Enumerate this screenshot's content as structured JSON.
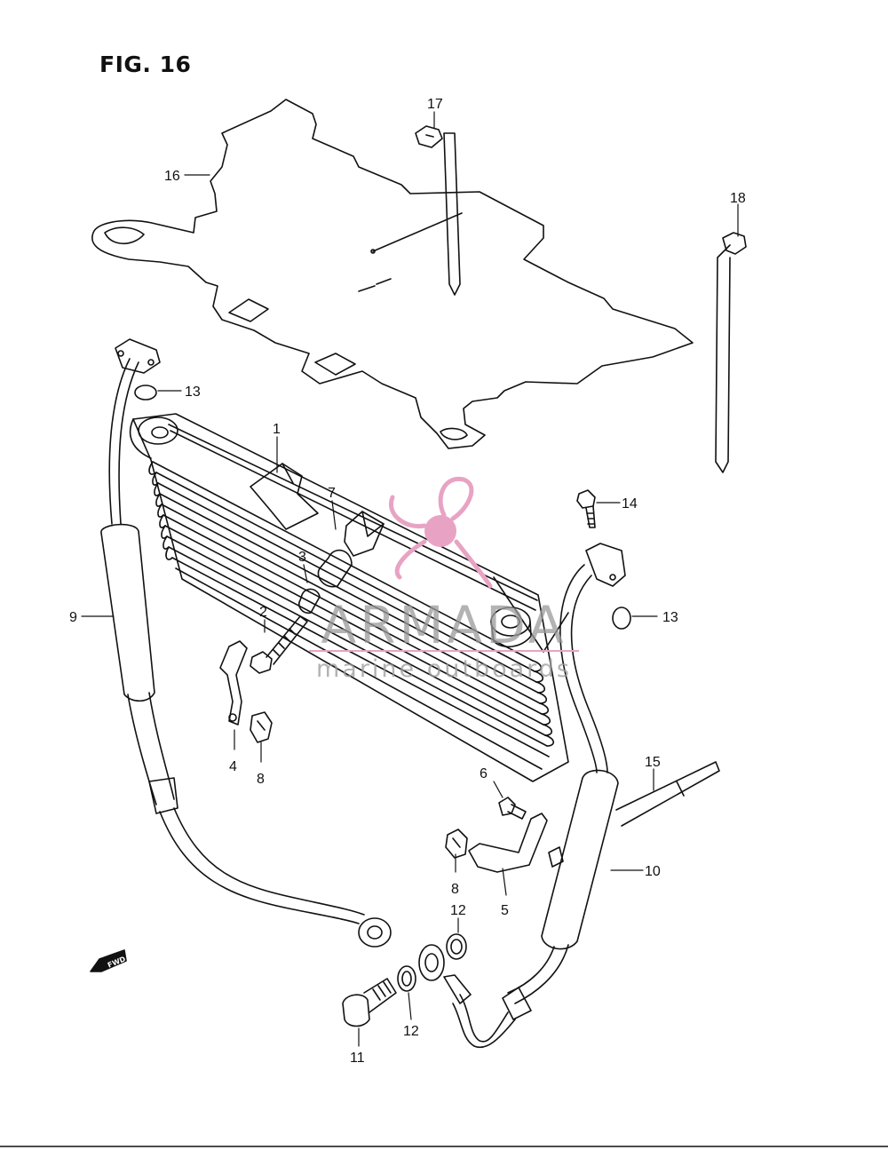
{
  "figure": {
    "title": "FIG. 16"
  },
  "fwd_badge": "FWD",
  "watermark": {
    "brand": "ARMADA",
    "tagline": "marine outboards",
    "brand_color": "#e8a3c4",
    "text_color": "#9a9a9a"
  },
  "callouts": [
    {
      "id": "c1",
      "label": "1"
    },
    {
      "id": "c2",
      "label": "2"
    },
    {
      "id": "c3",
      "label": "3"
    },
    {
      "id": "c4",
      "label": "4"
    },
    {
      "id": "c5",
      "label": "5"
    },
    {
      "id": "c6",
      "label": "6"
    },
    {
      "id": "c7",
      "label": "7"
    },
    {
      "id": "c8a",
      "label": "8"
    },
    {
      "id": "c8b",
      "label": "8"
    },
    {
      "id": "c9",
      "label": "9"
    },
    {
      "id": "c10",
      "label": "10"
    },
    {
      "id": "c11",
      "label": "11"
    },
    {
      "id": "c12a",
      "label": "12"
    },
    {
      "id": "c12b",
      "label": "12"
    },
    {
      "id": "c13a",
      "label": "13"
    },
    {
      "id": "c13b",
      "label": "13"
    },
    {
      "id": "c14",
      "label": "14"
    },
    {
      "id": "c15",
      "label": "15"
    },
    {
      "id": "c16",
      "label": "16"
    },
    {
      "id": "c17",
      "label": "17"
    },
    {
      "id": "c18",
      "label": "18"
    }
  ]
}
